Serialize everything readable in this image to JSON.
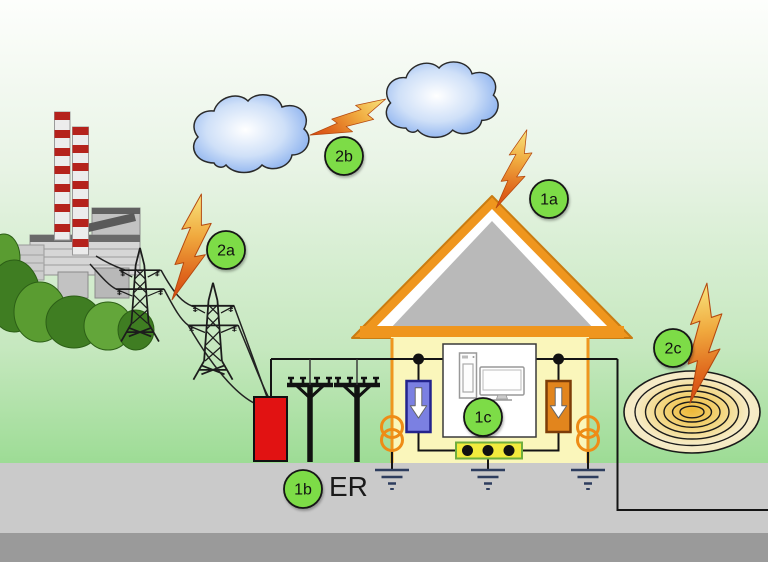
{
  "scene": {
    "labels": {
      "s1a": "1a",
      "s1b": "1b",
      "s1c": "1c",
      "s2a": "2a",
      "s2b": "2b",
      "s2c": "2c"
    },
    "er_label": "ER",
    "colors": {
      "label_green": "#7ddc46",
      "roof_orange": "#ef961e",
      "wall_yellow": "#faf6bb",
      "spd_blue": "#7b80e2",
      "spd_orange": "#e2851d",
      "bonding_bar_yellow": "#f2ea3d",
      "substation_red": "#e11212",
      "cloud_blue": "#86aeee",
      "bolt_orange": "#f0a93e",
      "ground_gray": "#cacaca",
      "road_gray": "#9a9a9a",
      "grass_green": "#a2dc99",
      "earth_symbol_navy": "#2d3d5e",
      "coil_tan": "#f6ecc9"
    }
  }
}
